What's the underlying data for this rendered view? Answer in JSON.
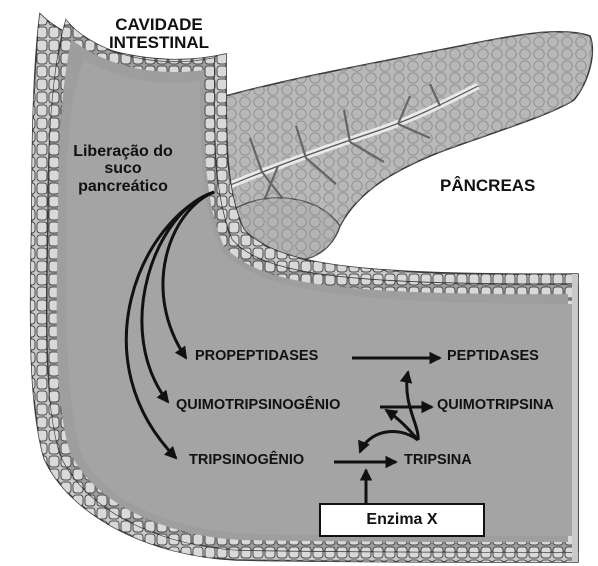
{
  "labels": {
    "intestinal_cavity": [
      "CAVIDADE",
      "INTESTINAL"
    ],
    "release": [
      "Liberação do",
      "suco",
      "pancreático"
    ],
    "pancreas": "PÂNCREAS"
  },
  "molecules": {
    "propeptidases": "PROPEPTIDASES",
    "peptidases": "PEPTIDASES",
    "quimotripsinogenio": "QUIMOTRIPSINOGÊNIO",
    "quimotripsina": "QUIMOTRIPSINA",
    "tripsinogenio": "TRIPSINOGÊNIO",
    "tripsina": "TRIPSINA"
  },
  "enzyme_box": {
    "label": "Enzima X"
  },
  "colors": {
    "intestine_fill": "#a9a9a9",
    "wall_fill": "#c9c9c9",
    "cell_fill": "#d8d8d8",
    "pancreas_fill": "#b4b4b4",
    "arrow": "#111111"
  }
}
